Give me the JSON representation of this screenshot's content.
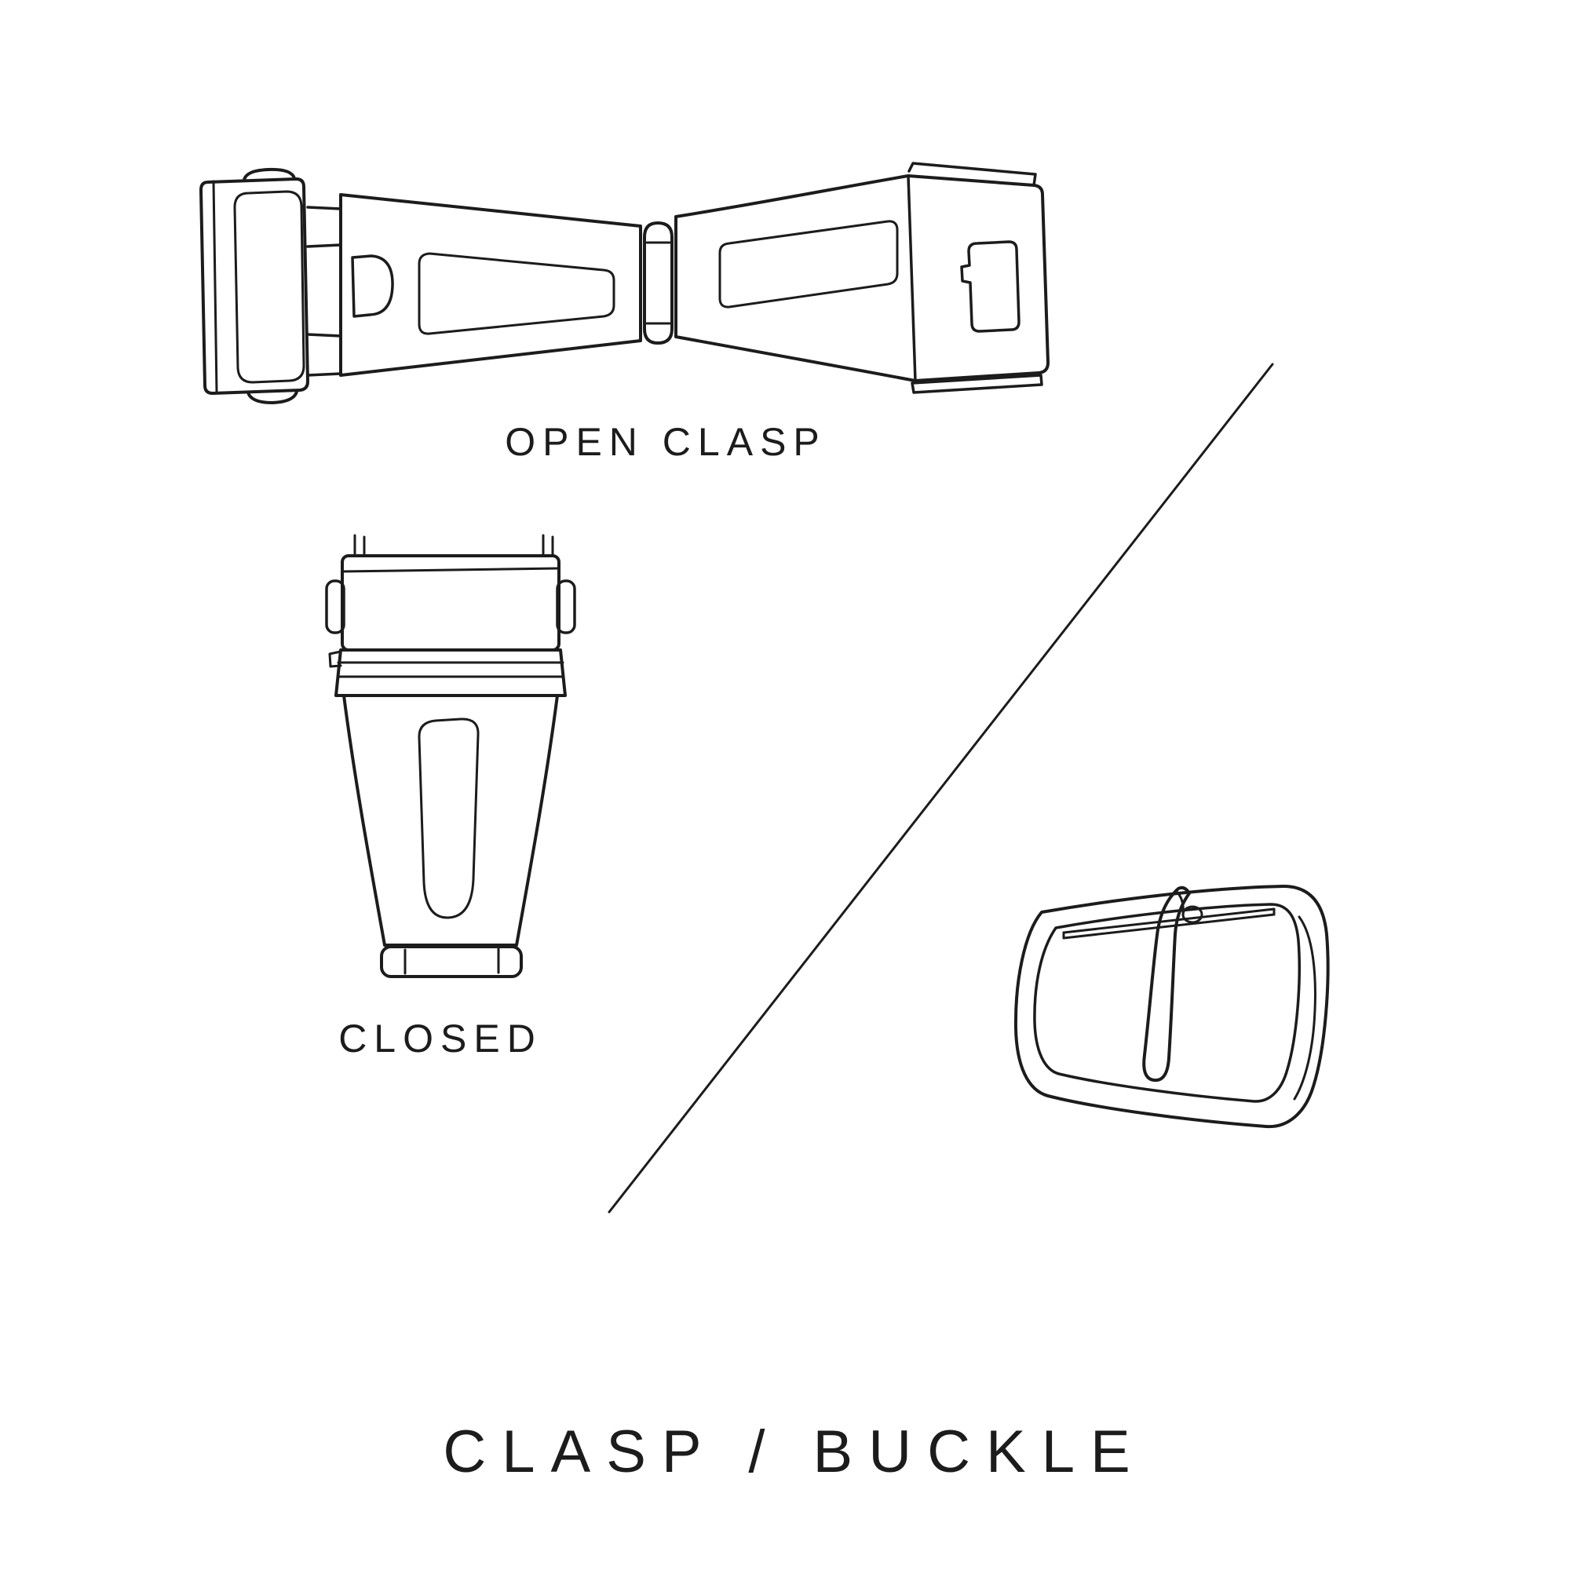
{
  "title": "CLASP / BUCKLE",
  "figures": {
    "open_clasp": {
      "label": "OPEN CLASP"
    },
    "closed_clasp": {
      "label": "CLOSED"
    },
    "buckle": {
      "label": ""
    }
  },
  "colors": {
    "line": "#1c1c1c",
    "text": "#1c1c1c",
    "background": "#ffffff"
  }
}
